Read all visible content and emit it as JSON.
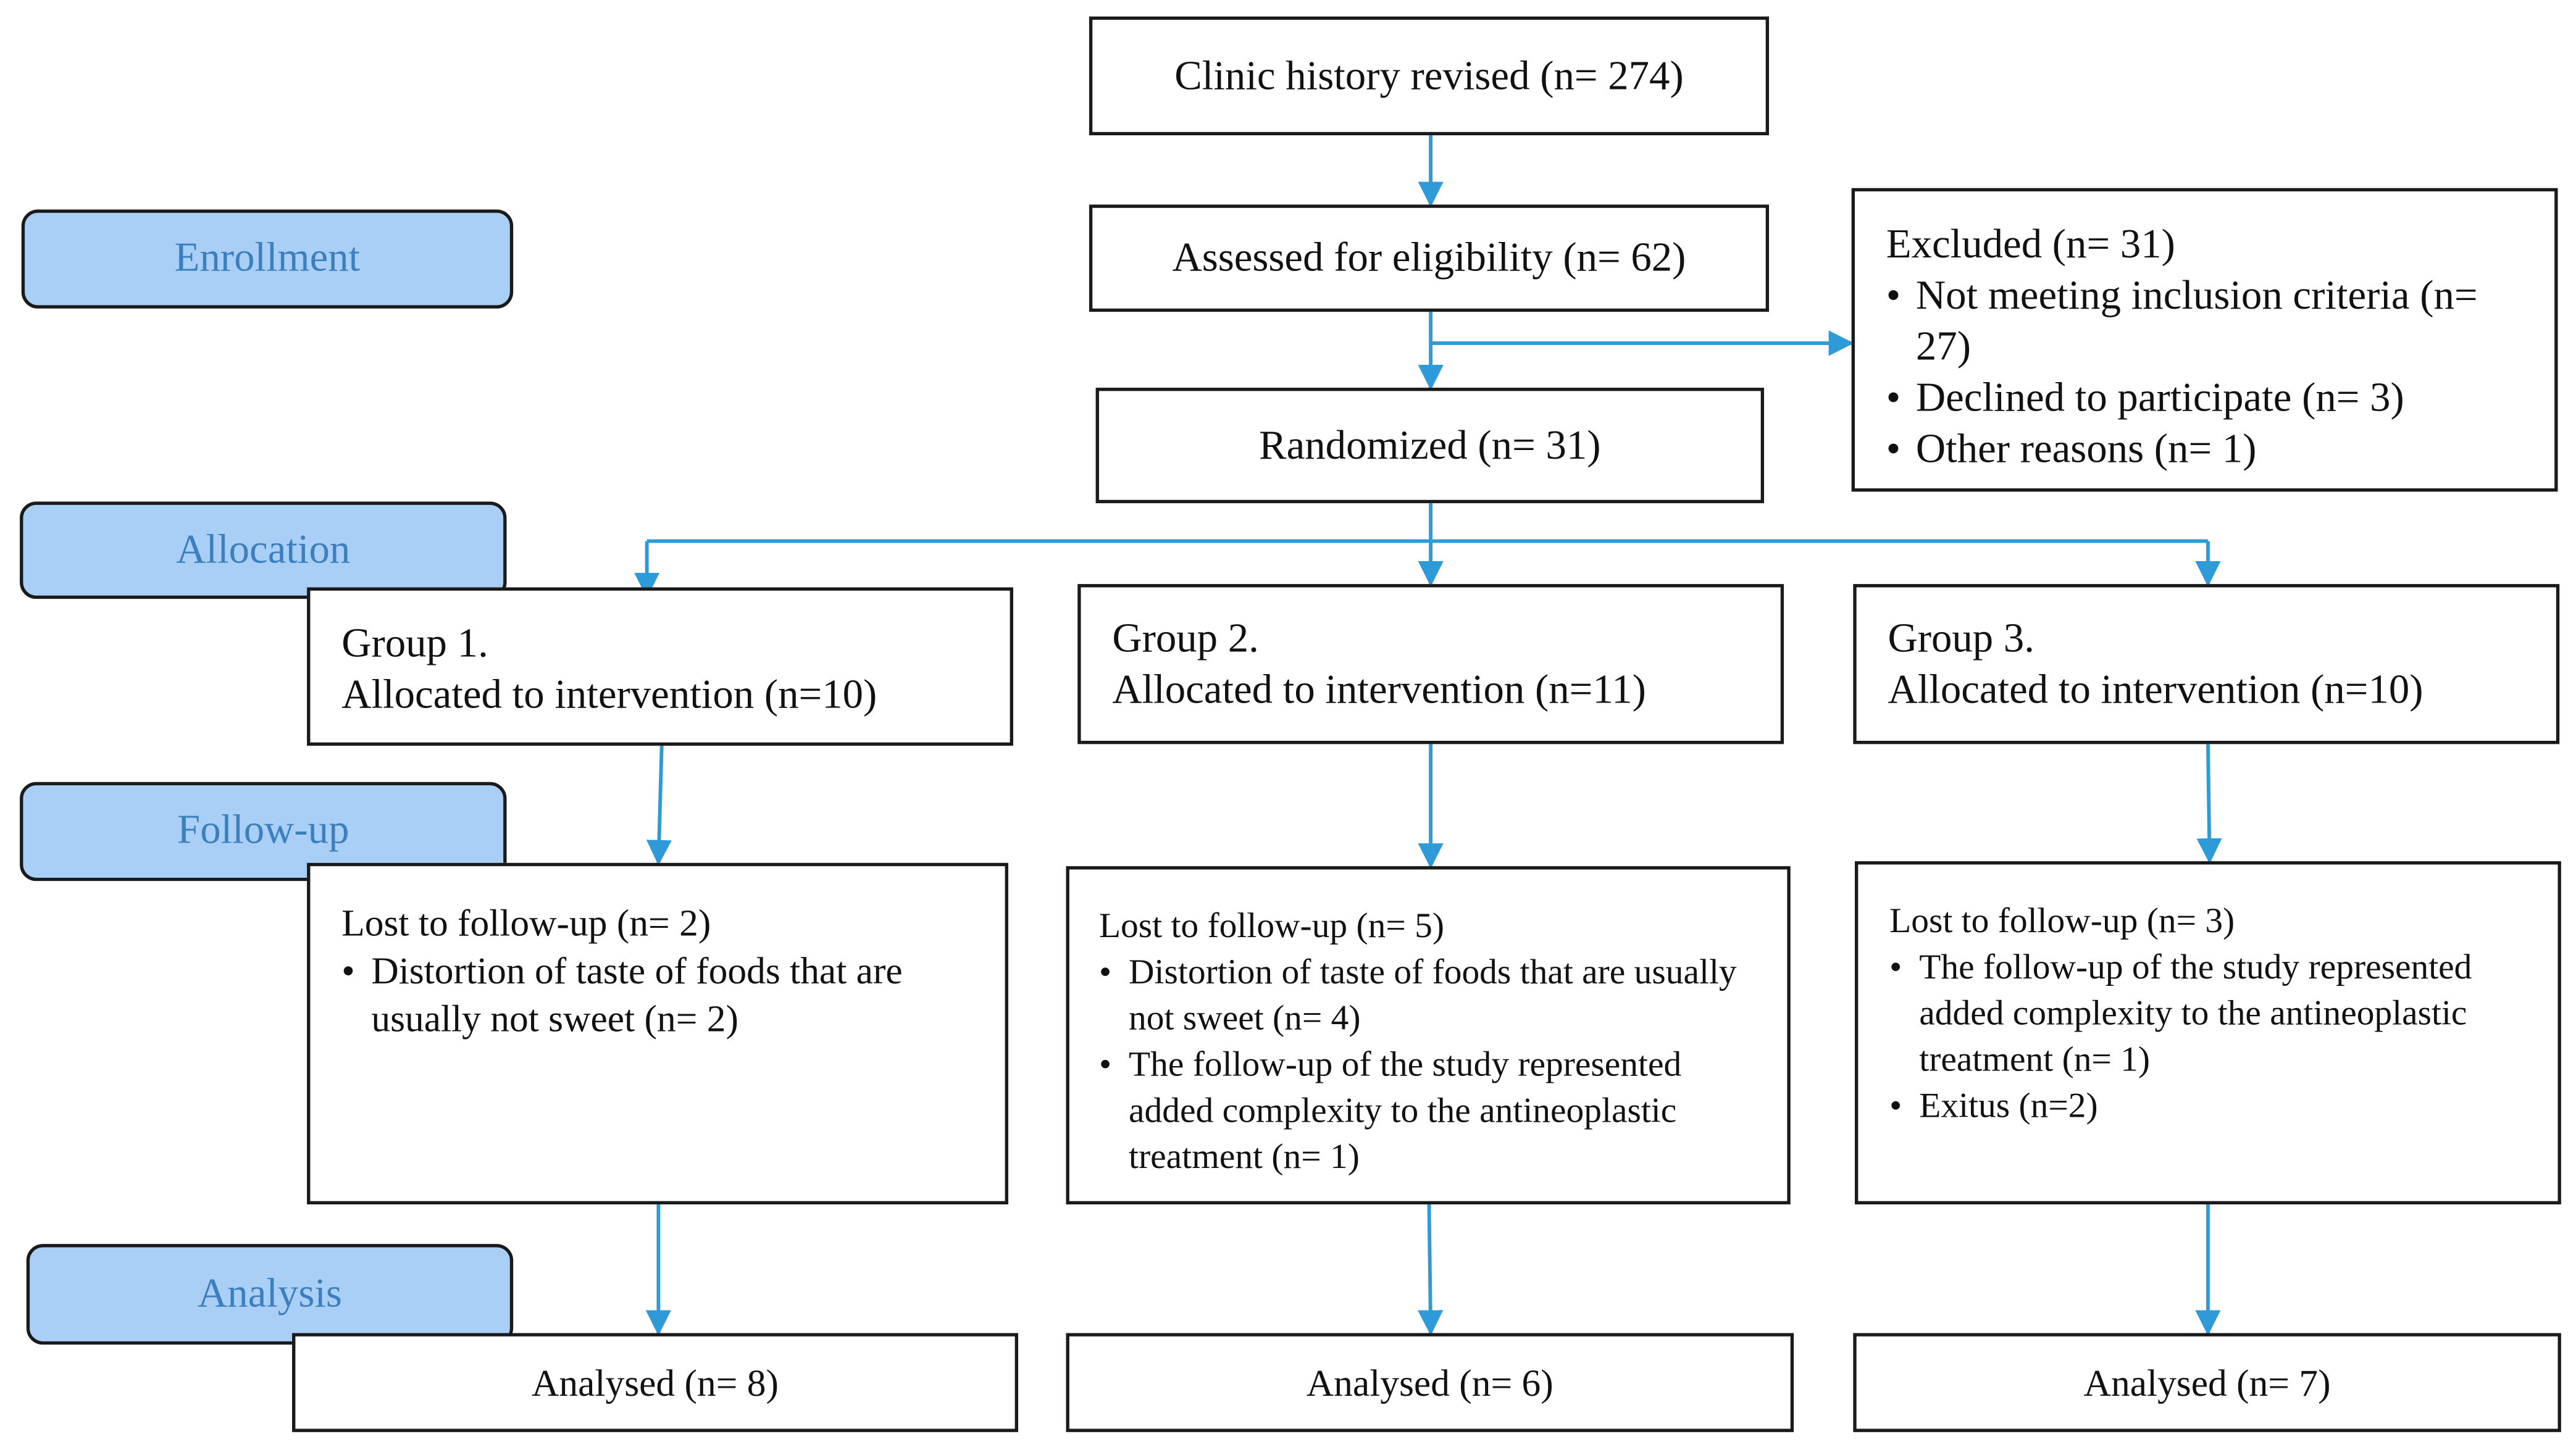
{
  "colors": {
    "arrow": "#2e9ad8",
    "stage_fill": "#a9cff7",
    "stage_text": "#3c7fbf",
    "border": "#1a1a1a"
  },
  "stages": {
    "enrollment": "Enrollment",
    "allocation": "Allocation",
    "follow_up": "Follow-up",
    "analysis": "Analysis"
  },
  "nodes": {
    "clinic_history": "Clinic history revised (n= 274)",
    "assessed": "Assessed for eligibility (n= 62)",
    "randomized": "Randomized (n= 31)",
    "excluded": {
      "title": "Excluded (n= 31)",
      "items": [
        "Not meeting inclusion criteria (n= 27)",
        "Declined to participate (n= 3)",
        "Other reasons (n= 1)"
      ]
    },
    "groups": [
      {
        "name": "Group 1.",
        "allocated": "Allocated to intervention (n=10)"
      },
      {
        "name": "Group 2.",
        "allocated": "Allocated to intervention (n=11)"
      },
      {
        "name": "Group 3.",
        "allocated": "Allocated to intervention (n=10)"
      }
    ],
    "lost": [
      {
        "title": "Lost to follow-up  (n= 2)",
        "items": [
          "Distortion of taste of foods that are usually not sweet (n= 2)"
        ]
      },
      {
        "title": "Lost to follow-up  (n= 5)",
        "items": [
          "Distortion of taste of foods that are usually not sweet (n= 4)",
          "The follow-up of the study represented added complexity to the antineoplastic treatment (n= 1)"
        ]
      },
      {
        "title": "Lost to follow-up  (n= 3)",
        "items": [
          "The follow-up of the study represented added complexity to the antineoplastic treatment (n= 1)",
          "Exitus (n=2)"
        ]
      }
    ],
    "analysed": [
      "Analysed  (n= 8)",
      "Analysed  (n= 6)",
      "Analysed  (n= 7)"
    ]
  }
}
